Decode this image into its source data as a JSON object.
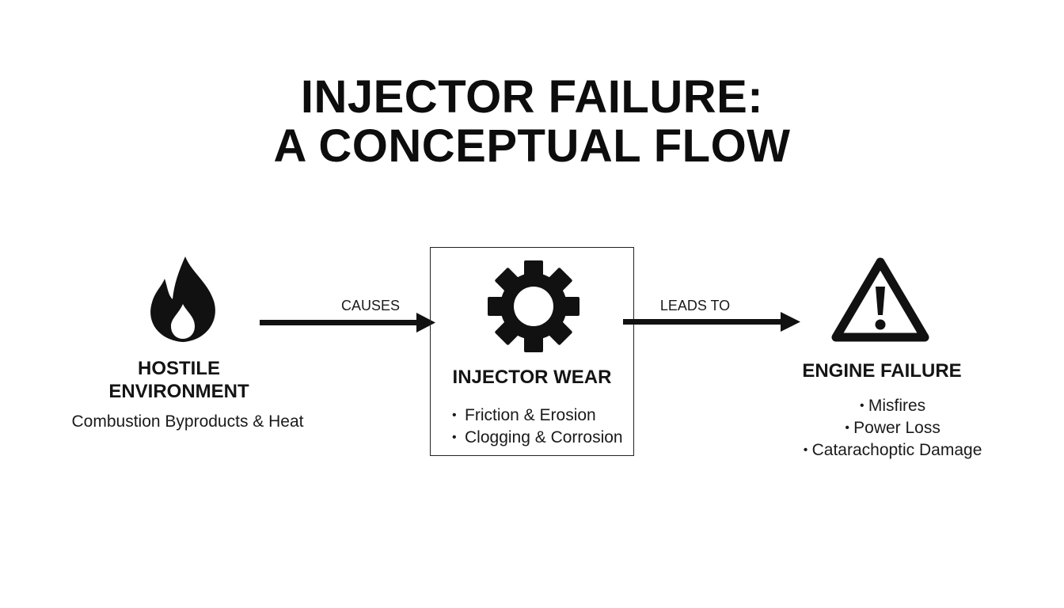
{
  "title": {
    "line1": "INJECTOR FAILURE:",
    "line2": "A CONCEPTUAL FLOW"
  },
  "nodes": {
    "hostile": {
      "icon": "flame-icon",
      "title_line1": "HOSTILE",
      "title_line2": "ENVIRONMENT",
      "subtitle": "Combustion Byproducts & Heat"
    },
    "wear": {
      "icon": "gear-icon",
      "title": "INJECTOR WEAR",
      "bullets": [
        "Friction & Erosion",
        "Clogging & Corrosion"
      ]
    },
    "failure": {
      "icon": "warning-icon",
      "title": "ENGINE FAILURE",
      "bullets": [
        "Misfires",
        "Power Loss",
        "Catarachoptic Damage"
      ]
    }
  },
  "arrows": {
    "causes": "CAUSES",
    "leads_to": "LEADS TO"
  },
  "colors": {
    "ink": "#111111",
    "background": "#ffffff"
  }
}
